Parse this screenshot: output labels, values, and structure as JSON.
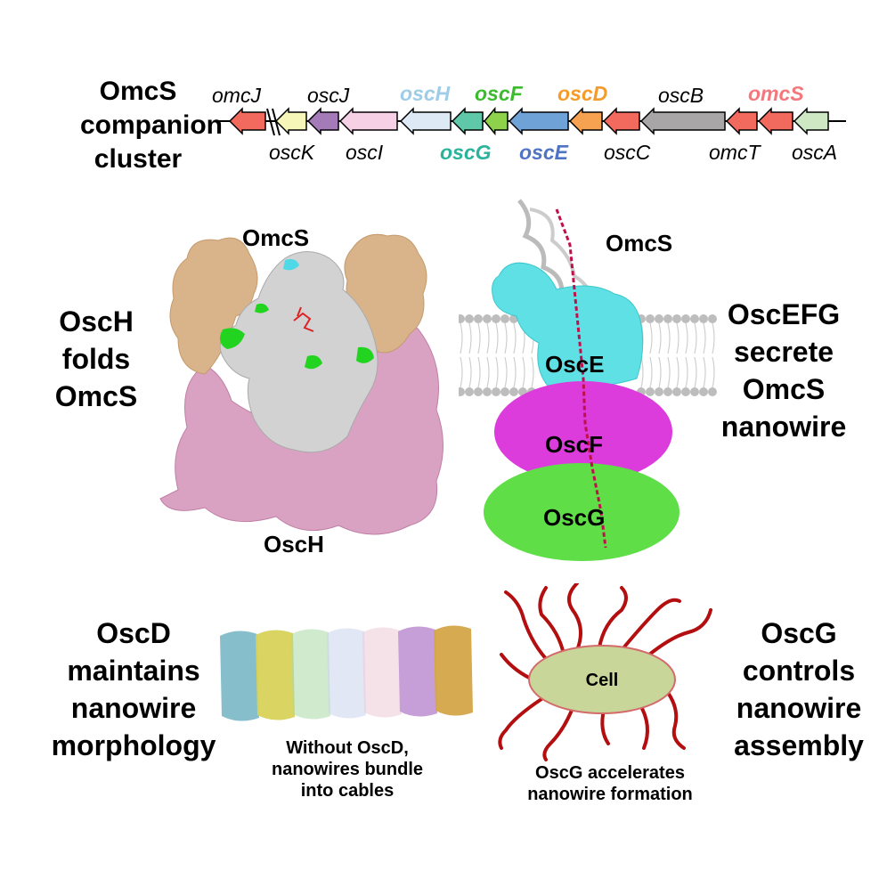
{
  "cluster": {
    "title_line1": "OmcS",
    "title_line2": "companion",
    "title_line3": "cluster",
    "genes_top": [
      {
        "name": "omcJ",
        "color": "#000000",
        "bold": false
      },
      {
        "name": "oscJ",
        "color": "#000000",
        "bold": false
      },
      {
        "name": "oscH",
        "color": "#9ecde8",
        "bold": true
      },
      {
        "name": "oscF",
        "color": "#3dbb2e",
        "bold": true
      },
      {
        "name": "oscD",
        "color": "#f59b2b",
        "bold": true
      },
      {
        "name": "oscB",
        "color": "#000000",
        "bold": false
      },
      {
        "name": "omcS",
        "color": "#f3777d",
        "bold": true
      }
    ],
    "genes_bottom": [
      {
        "name": "oscK",
        "color": "#000000",
        "bold": false
      },
      {
        "name": "oscI",
        "color": "#000000",
        "bold": false
      },
      {
        "name": "oscG",
        "color": "#2bb39c",
        "bold": true
      },
      {
        "name": "oscE",
        "color": "#4f74c6",
        "bold": true
      },
      {
        "name": "oscC",
        "color": "#000000",
        "bold": false
      },
      {
        "name": "omcT",
        "color": "#000000",
        "bold": false
      },
      {
        "name": "oscA",
        "color": "#000000",
        "bold": false
      }
    ],
    "arrow_colors": [
      "#f26a5e",
      "#f6f6b8",
      "#a57ab8",
      "#f6d1e6",
      "#dde9f4",
      "#5fc8a8",
      "#8ed14a",
      "#6fa3d8",
      "#f7a250",
      "#f26a5e",
      "#a8a6a6",
      "#f26a5e",
      "#f26a5e",
      "#cfe8c4"
    ]
  },
  "oscH_panel": {
    "left_line1": "OscH",
    "left_line2": "folds",
    "left_line3": "OmcS",
    "label_top": "OmcS",
    "label_bottom": "OscH",
    "colors": {
      "tan": "#d9b48a",
      "pink": "#d9a2c2",
      "grey": "#c9c9c9",
      "green": "#22d41f",
      "cyan": "#4fd8e6"
    }
  },
  "oscEFG_panel": {
    "label_omcs": "OmcS",
    "label_osce": "OscE",
    "label_oscf": "OscF",
    "label_oscg": "OscG",
    "right_line1": "OscEFG",
    "right_line2": "secrete",
    "right_line3": "OmcS",
    "right_line4": "nanowire",
    "colors": {
      "cyan": "#5fe0e4",
      "magenta": "#dc3cdc",
      "green": "#5fde48"
    }
  },
  "oscD_panel": {
    "left_line1": "OscD",
    "left_line2": "maintains",
    "left_line3": "nanowire",
    "left_line4": "morphology",
    "caption_line1": "Without OscD,",
    "caption_line2": "nanowires bundle",
    "caption_line3": "into cables",
    "segment_colors": [
      "#7fbcc8",
      "#d8d25a",
      "#a9d8a6",
      "#c9d4ec",
      "#ecc9d6",
      "#c49ad6",
      "#d4a548"
    ]
  },
  "oscG_panel": {
    "cell_label": "Cell",
    "right_line1": "OscG",
    "right_line2": "controls",
    "right_line3": "nanowire",
    "right_line4": "assembly",
    "caption_line1": "OscG accelerates",
    "caption_line2": "nanowire formation",
    "colors": {
      "cell": "#c9d69a",
      "wire": "#b30f10"
    }
  }
}
